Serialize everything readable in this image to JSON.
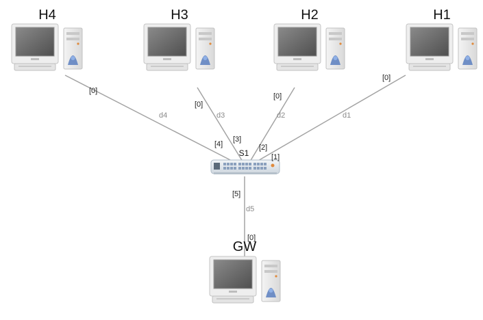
{
  "topology": {
    "hosts": [
      {
        "id": "h4",
        "name": "H4"
      },
      {
        "id": "h3",
        "name": "H3"
      },
      {
        "id": "h2",
        "name": "H2"
      },
      {
        "id": "h1",
        "name": "H1"
      },
      {
        "id": "gw",
        "name": "GW"
      }
    ],
    "switch": {
      "name": "S1"
    },
    "links": [
      {
        "name": "d4",
        "host_port": "[0]",
        "switch_port": "[4]"
      },
      {
        "name": "d3",
        "host_port": "[0]",
        "switch_port": "[3]"
      },
      {
        "name": "d2",
        "host_port": "[0]",
        "switch_port": "[2]"
      },
      {
        "name": "d1",
        "host_port": "[0]",
        "switch_port": "[1]"
      },
      {
        "name": "d5",
        "host_port": "[0]",
        "switch_port": "[5]"
      }
    ]
  },
  "colors": {
    "link_line": "#a3a3a3",
    "monitor_frame": "#ececec",
    "screen": "#6e6e6e",
    "tower_accent": "#5b7fc0",
    "switch_body": "#dfe5ea",
    "switch_ports": "#8aa0bd"
  }
}
